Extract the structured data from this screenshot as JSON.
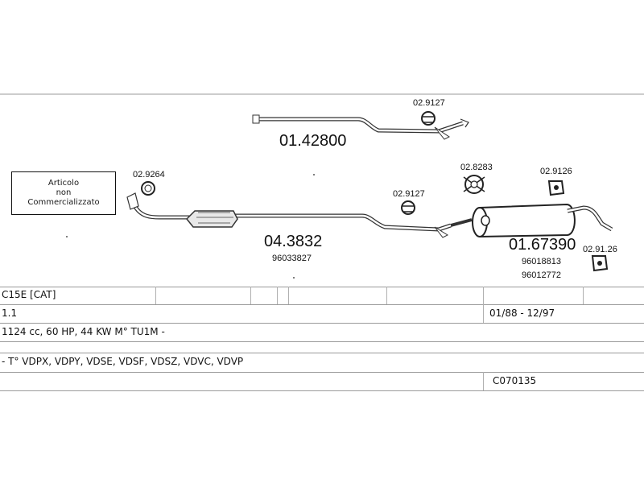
{
  "parts": {
    "front_pipe": {
      "number": "04.3832",
      "ref": "96033827"
    },
    "middle_pipe": {
      "number": "01.42800"
    },
    "rear_silencer": {
      "number": "01.67390",
      "refs": [
        "96018813",
        "96012772"
      ]
    },
    "gasket": {
      "number": "02.9264"
    },
    "clamp_middle": {
      "number": "02.9127"
    },
    "clamp_front": {
      "number": "02.9127"
    },
    "rubber_ring": {
      "number": "02.8283"
    },
    "mount_upper": {
      "number": "02.9126"
    },
    "mount_lower": {
      "number": "02.91.26"
    }
  },
  "notice": {
    "lines": [
      "Articolo",
      "non",
      "Commercializzato"
    ]
  },
  "vehicle": {
    "model": "C15E  [CAT]",
    "engine_size": "1.1",
    "years": "01/88 - 12/97",
    "spec": "1124 cc, 60 HP, 44 KW M° TU1M -",
    "types": "- T° VDPX, VDPY, VDSE, VDSF, VDSZ, VDVC, VDVP",
    "code": "C070135"
  }
}
